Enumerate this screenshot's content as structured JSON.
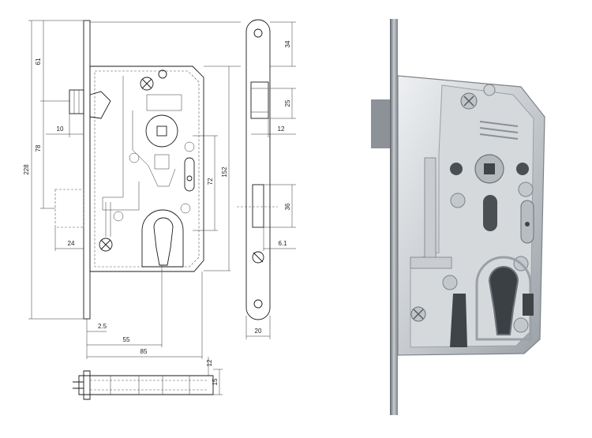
{
  "drawing": {
    "front_view": {
      "dimensions": [
        "228",
        "61",
        "78",
        "10",
        "24",
        "152",
        "72",
        "2.5",
        "55",
        "85"
      ]
    },
    "side_view": {
      "dimensions": [
        "34",
        "25",
        "12",
        "36",
        "6.1",
        "20"
      ]
    },
    "bottom_view": {
      "dimensions": [
        "12",
        "15"
      ]
    }
  },
  "colors": {
    "line": "#1a1a1a",
    "metal_light": "#d9dcdf",
    "metal_mid": "#b4b9be",
    "metal_dark": "#6b7177"
  }
}
